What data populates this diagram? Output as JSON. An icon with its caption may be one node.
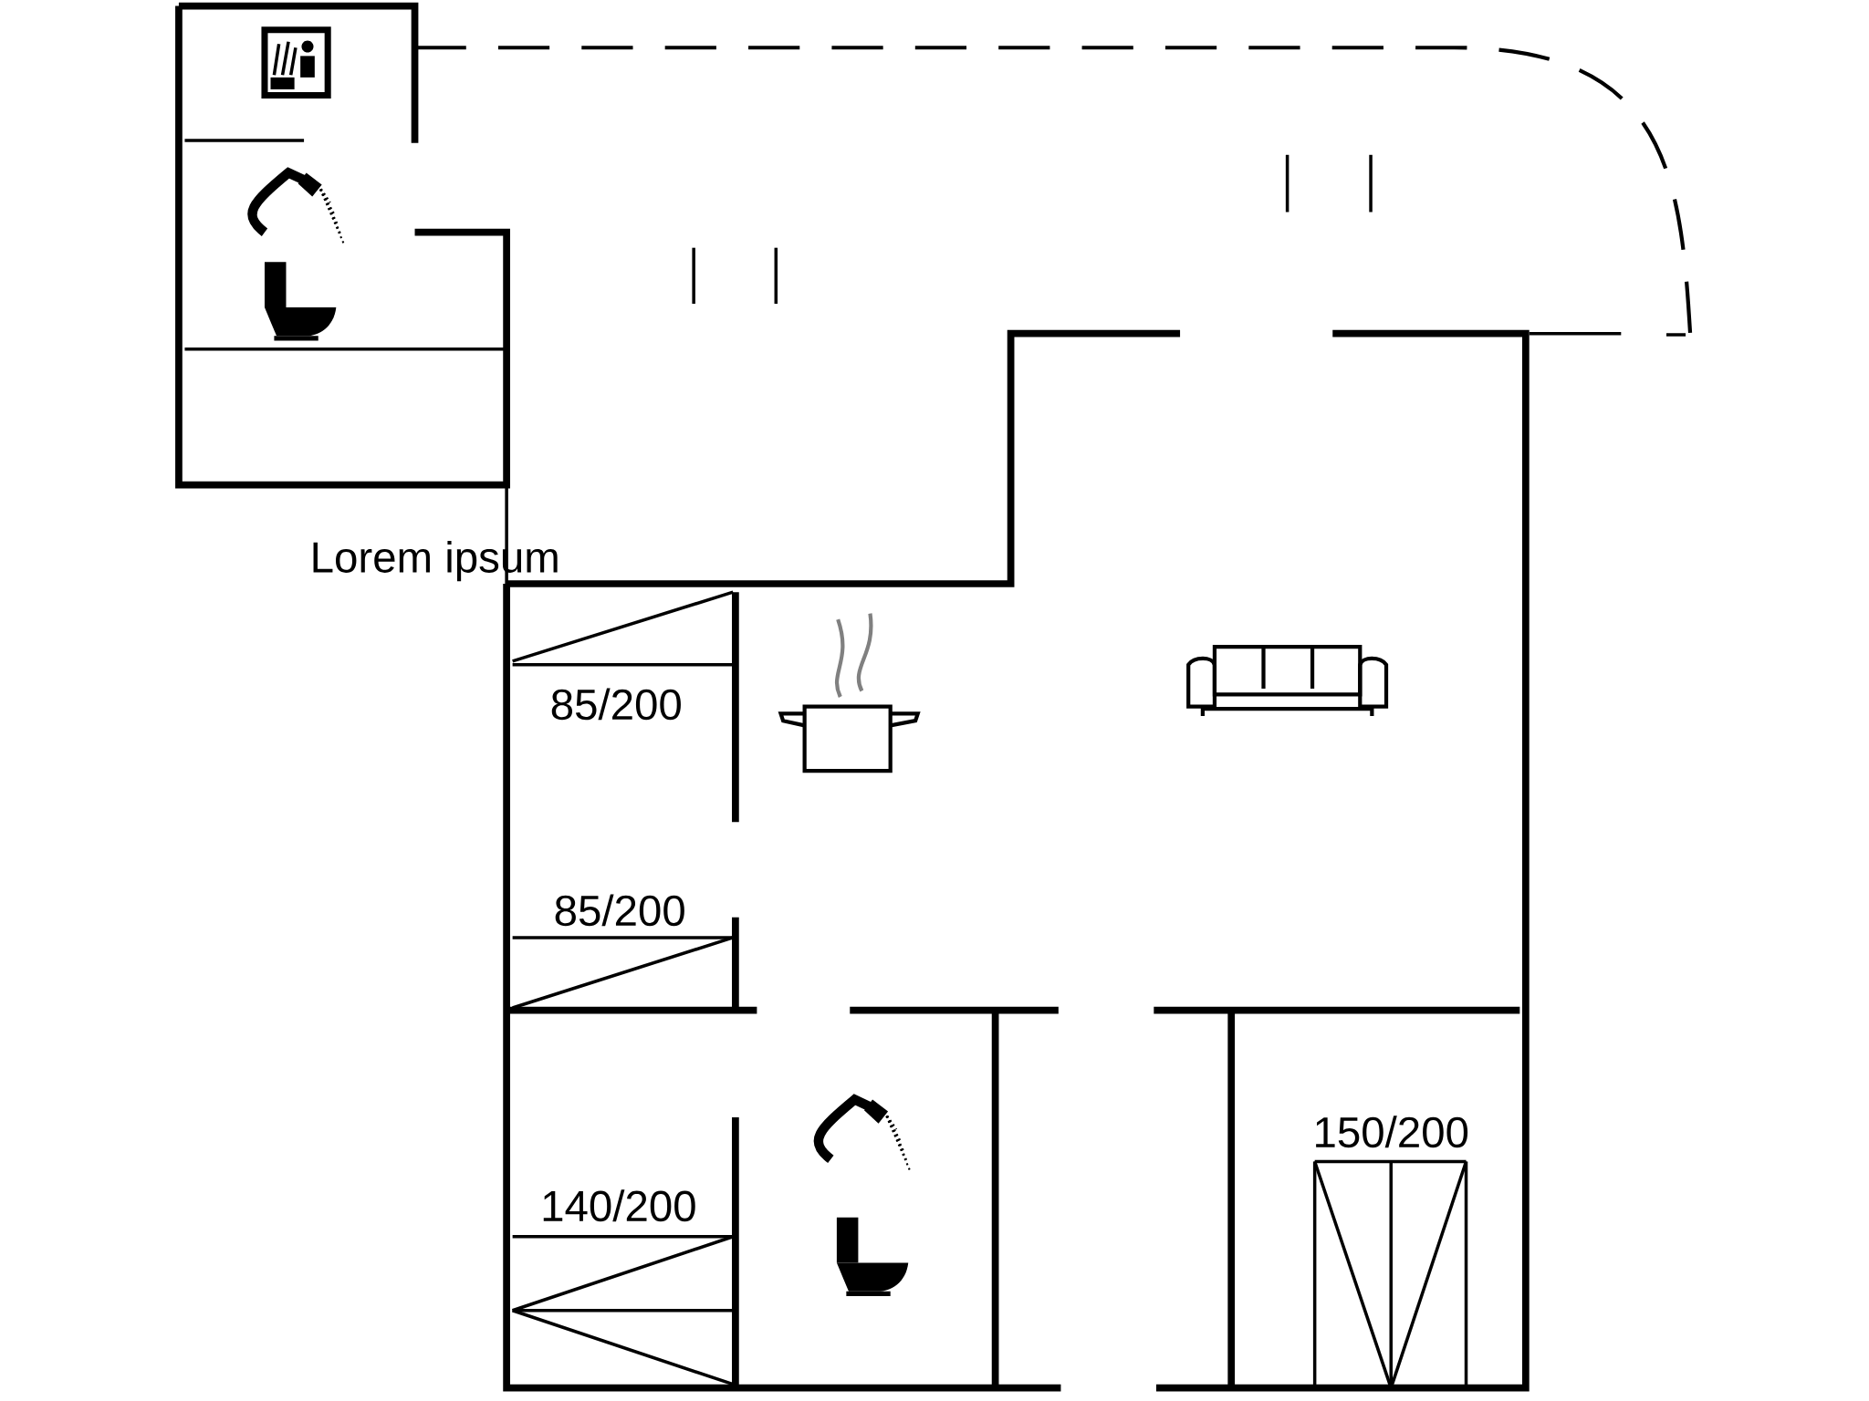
{
  "diagram": {
    "labels": [
      "Lorem ipsum",
      "85/200",
      "85/200",
      "140/200",
      "150/200"
    ]
  }
}
